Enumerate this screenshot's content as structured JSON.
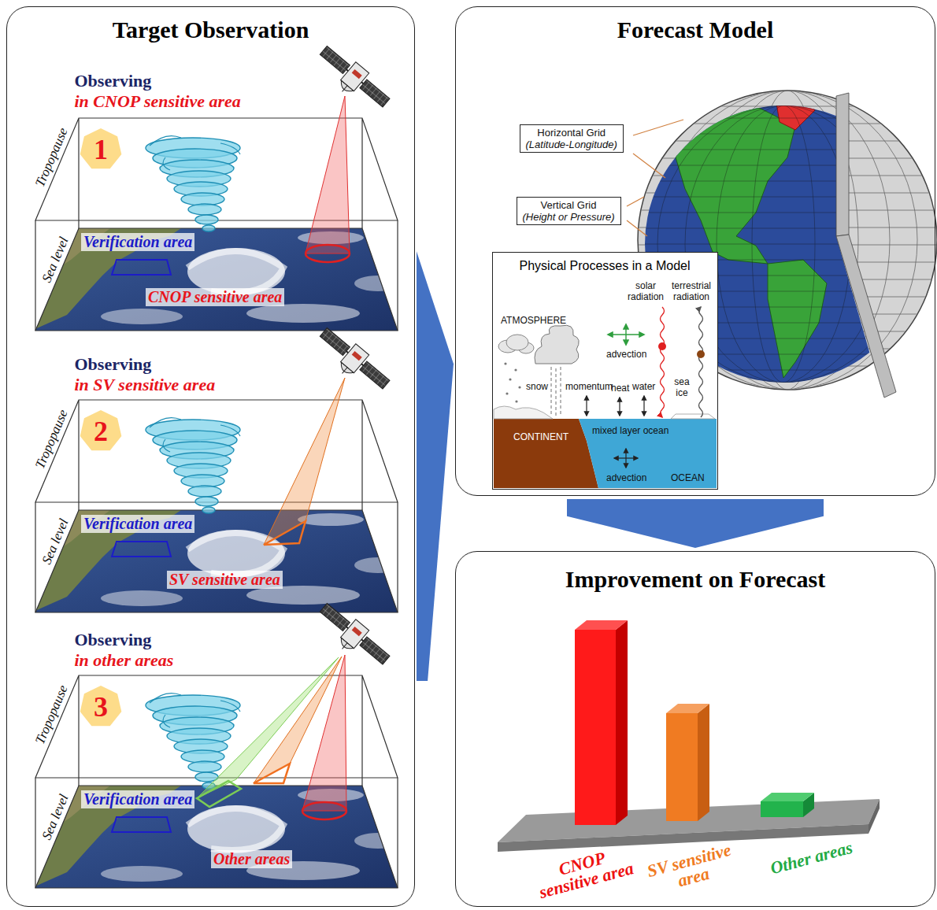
{
  "diagram": {
    "nodes": [
      {
        "text": [
          "Target Observation"
        ]
      },
      {
        "text": [
          "Observing",
          "in CNOP sensitive area"
        ],
        "in": 0
      },
      {
        "text": [
          "Observing",
          "in SV sensitive area"
        ],
        "in": 0
      },
      {
        "text": [
          "Observing",
          "in other areas"
        ],
        "in": 0
      },
      {
        "text": [
          "Forecast Model"
        ]
      },
      {
        "text": [
          "Horizontal Grid",
          "(Latitude-Longitude)"
        ],
        "in": 4
      },
      {
        "text": [
          "Vertical Grid",
          "(Height or Pressure)"
        ],
        "in": 4
      },
      {
        "text": [
          "Physical Processes in a Model"
        ],
        "in": 4
      },
      {
        "text": [
          "Improvement on Forecast"
        ]
      }
    ],
    "edges": [
      {
        "from": 0,
        "to": 4,
        "arrow": "to"
      },
      {
        "from": 4,
        "to": 8,
        "arrow": "to"
      }
    ],
    "labels": [
      "1",
      "Tropopause",
      "Sea level",
      "Verification area",
      "CNOP sensitive area",
      "2",
      "Tropopause",
      "Sea level",
      "Verification area",
      "SV sensitive area",
      "3",
      "Tropopause",
      "Sea level",
      "Verification area",
      "Other areas",
      "ATMOSPHERE",
      "solar radiation",
      "terrestrial radiation",
      "advection",
      "snow",
      "momentum",
      "heat",
      "water",
      "sea ice",
      "CONTINENT",
      "mixed layer ocean",
      "advection",
      "OCEAN",
      "CNOP sensitive area",
      "SV sensitive area",
      "Other areas"
    ]
  }
}
